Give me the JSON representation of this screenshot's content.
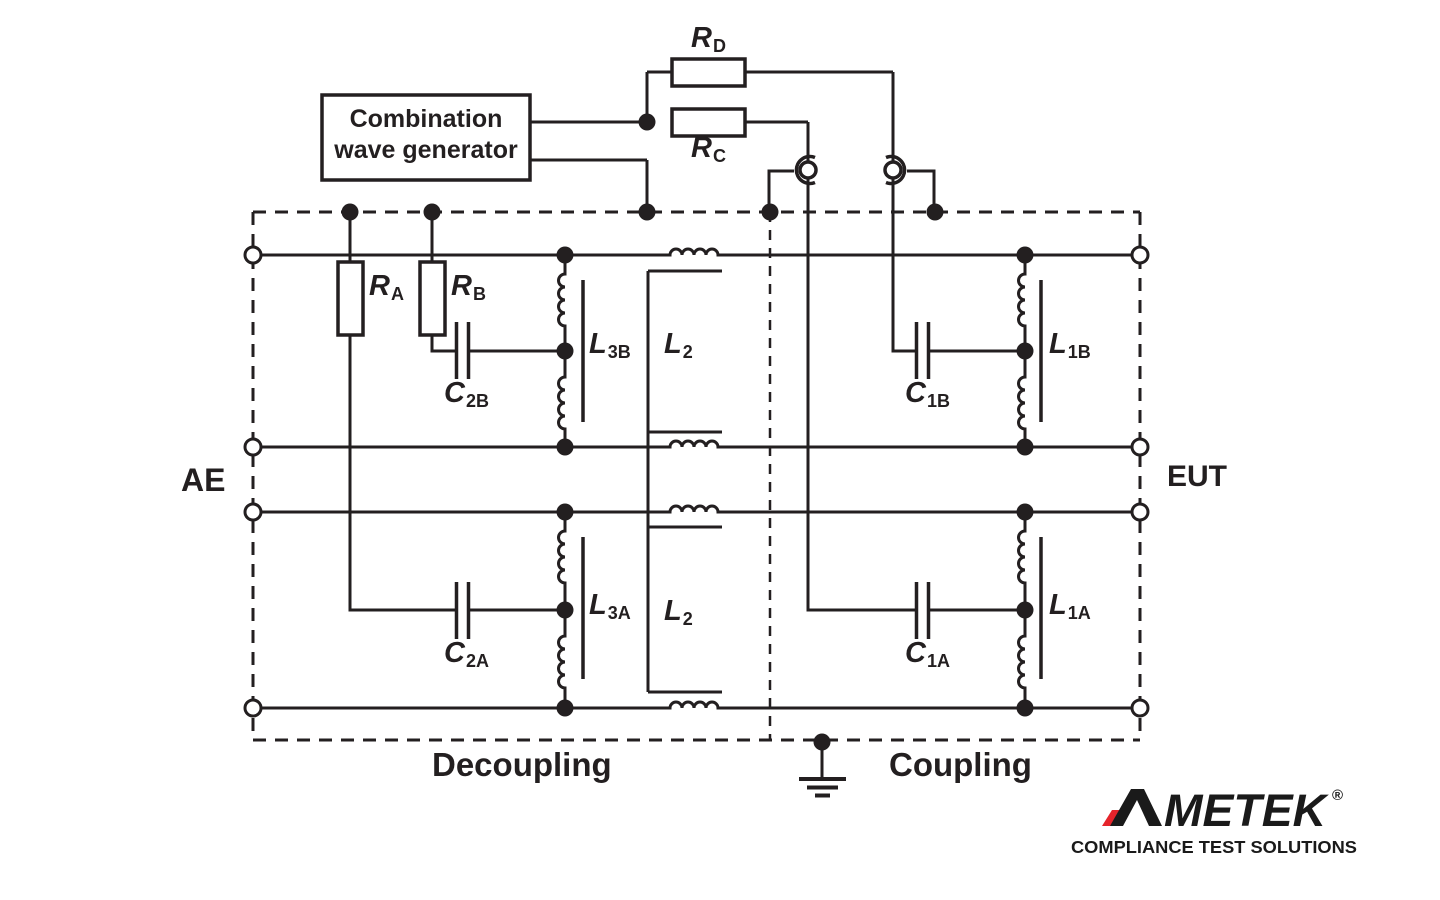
{
  "generator": {
    "line1": "Combination",
    "line2": "wave generator"
  },
  "labels": {
    "rd": {
      "base": "R",
      "sub": "D"
    },
    "rc": {
      "base": "R",
      "sub": "C"
    },
    "ra": {
      "base": "R",
      "sub": "A"
    },
    "rb": {
      "base": "R",
      "sub": "B"
    },
    "c2b": {
      "base": "C",
      "sub": "2B"
    },
    "c2a": {
      "base": "C",
      "sub": "2A"
    },
    "c1b": {
      "base": "C",
      "sub": "1B"
    },
    "c1a": {
      "base": "C",
      "sub": "1A"
    },
    "l3b": {
      "base": "L",
      "sub": "3B"
    },
    "l3a": {
      "base": "L",
      "sub": "3A"
    },
    "l1b": {
      "base": "L",
      "sub": "1B"
    },
    "l1a": {
      "base": "L",
      "sub": "1A"
    },
    "l2_top": {
      "base": "L",
      "sub": "2"
    },
    "l2_bottom": {
      "base": "L",
      "sub": "2"
    }
  },
  "ports": {
    "left": "AE",
    "right": "EUT"
  },
  "sections": {
    "left": "Decoupling",
    "right": "Coupling"
  },
  "logo": {
    "brand": "AMETEK",
    "wordmark_rest": "METEK",
    "registered": "®",
    "tagline": "COMPLIANCE TEST SOLUTIONS",
    "red": "#E5242B",
    "ink": "#1A1A1A"
  },
  "colors": {
    "ink": "#231F20",
    "background": "#FFFFFF"
  }
}
